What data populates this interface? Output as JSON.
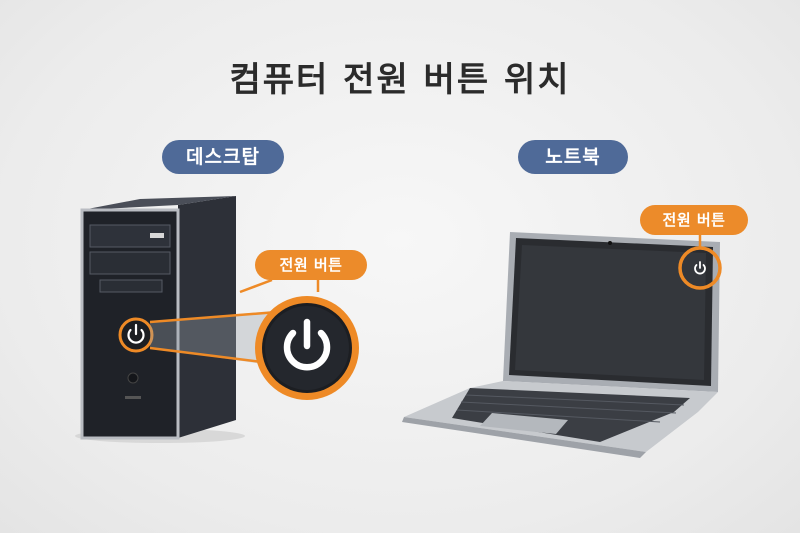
{
  "title": "컴퓨터 전원 버튼 위치",
  "desktop": {
    "label": "데스크탑",
    "callout": "전원 버튼"
  },
  "laptop": {
    "label": "노트북",
    "callout": "전원 버튼"
  },
  "colors": {
    "label_pill": "#4f6a98",
    "callout": "#ec8b2a",
    "highlight_ring": "#ee8a26"
  },
  "icons": [
    "power-icon",
    "desktop-tower",
    "laptop"
  ]
}
